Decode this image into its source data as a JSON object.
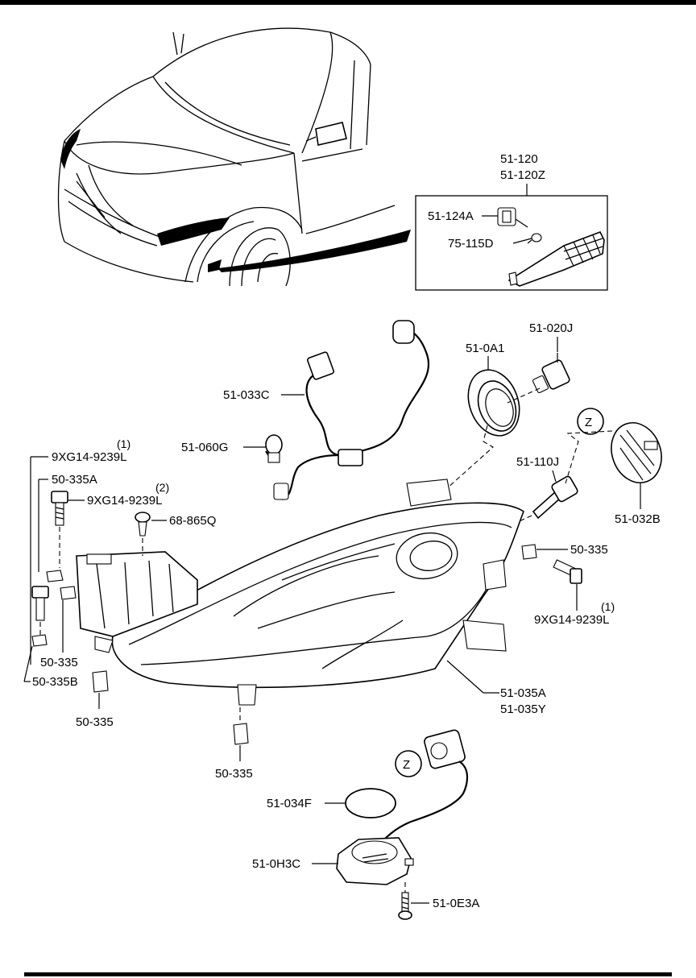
{
  "diagram": {
    "labels": {
      "p51_120": "51-120",
      "p51_120z": "51-120Z",
      "p51_124a": "51-124A",
      "p75_115d": "75-115D",
      "p51_020j": "51-020J",
      "p51_0a1": "51-0A1",
      "p51_033c": "51-033C",
      "p51_060g": "51-060G",
      "p51_110j": "51-110J",
      "p51_032b": "51-032B",
      "z_top": "Z",
      "qty1_a": "(1)",
      "p9xg14_a": "9XG14-9239L",
      "p50_335a": "50-335A",
      "qty2": "(2)",
      "p9xg14_b": "9XG14-9239L",
      "p68_865q": "68-865Q",
      "p50_335_r": "50-335",
      "qty1_b": "(1)",
      "p9xg14_c": "9XG14-9239L",
      "p50_335_l": "50-335",
      "p50_335b": "50-335B",
      "p50_335_bl": "50-335",
      "p51_035a": "51-035A",
      "p51_035y": "51-035Y",
      "p50_335_bc": "50-335",
      "z_bottom": "Z",
      "p51_034f": "51-034F",
      "p51_0h3c": "51-0H3C",
      "p51_0e3a": "51-0E3A"
    }
  }
}
